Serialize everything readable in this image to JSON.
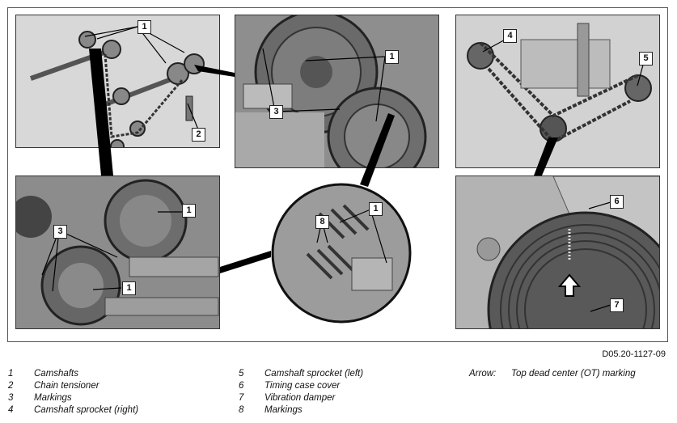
{
  "figure": {
    "reference": "D05.20-1127-09",
    "callouts": {
      "c1a": "1",
      "c2": "2",
      "c1b": "1",
      "c3a": "3",
      "c4": "4",
      "c5": "5",
      "c1c": "1",
      "c3b": "3",
      "c1d": "1",
      "c1e": "1",
      "c8": "8",
      "c6": "6",
      "c7": "7"
    }
  },
  "legend": {
    "col1": [
      {
        "num": "1",
        "text": "Camshafts"
      },
      {
        "num": "2",
        "text": "Chain tensioner"
      },
      {
        "num": "3",
        "text": "Markings"
      },
      {
        "num": "4",
        "text": "Camshaft sprocket (right)"
      }
    ],
    "col2": [
      {
        "num": "5",
        "text": "Camshaft sprocket (left)"
      },
      {
        "num": "6",
        "text": "Timing case cover"
      },
      {
        "num": "7",
        "text": "Vibration damper"
      },
      {
        "num": "8",
        "text": "Markings"
      }
    ],
    "col3": [
      {
        "num": "Arrow:",
        "text": "Top dead center (OT) marking"
      }
    ]
  }
}
